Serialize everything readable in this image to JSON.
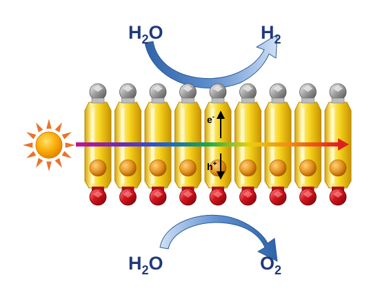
{
  "labels": {
    "top_left": {
      "base": "H",
      "sub": "2",
      "tail": "O"
    },
    "top_right": {
      "base": "H",
      "sub": "2",
      "tail": ""
    },
    "bottom_left": {
      "base": "H",
      "sub": "2",
      "tail": "O"
    },
    "bottom_right": {
      "base": "O",
      "sub": "2",
      "tail": ""
    },
    "electron": {
      "base": "e",
      "sup": "-"
    },
    "hole": {
      "base": "h",
      "sup": "+"
    }
  },
  "colors": {
    "label_text": "#1f3a7a",
    "arrow_fill_light": "#cfe0f4",
    "arrow_fill_dark": "#3e74b8",
    "rod_body": "#f5d21c",
    "rod_highlight": "#fff6b0",
    "rod_shadow": "#c99a00",
    "cap_top": "#9a9a9a",
    "cap_bottom": "#c8161d",
    "inner_sphere": "#e3931a",
    "sun_core": "#f7a800",
    "sun_rays": "#e8742b"
  },
  "rods": {
    "count": 9
  }
}
